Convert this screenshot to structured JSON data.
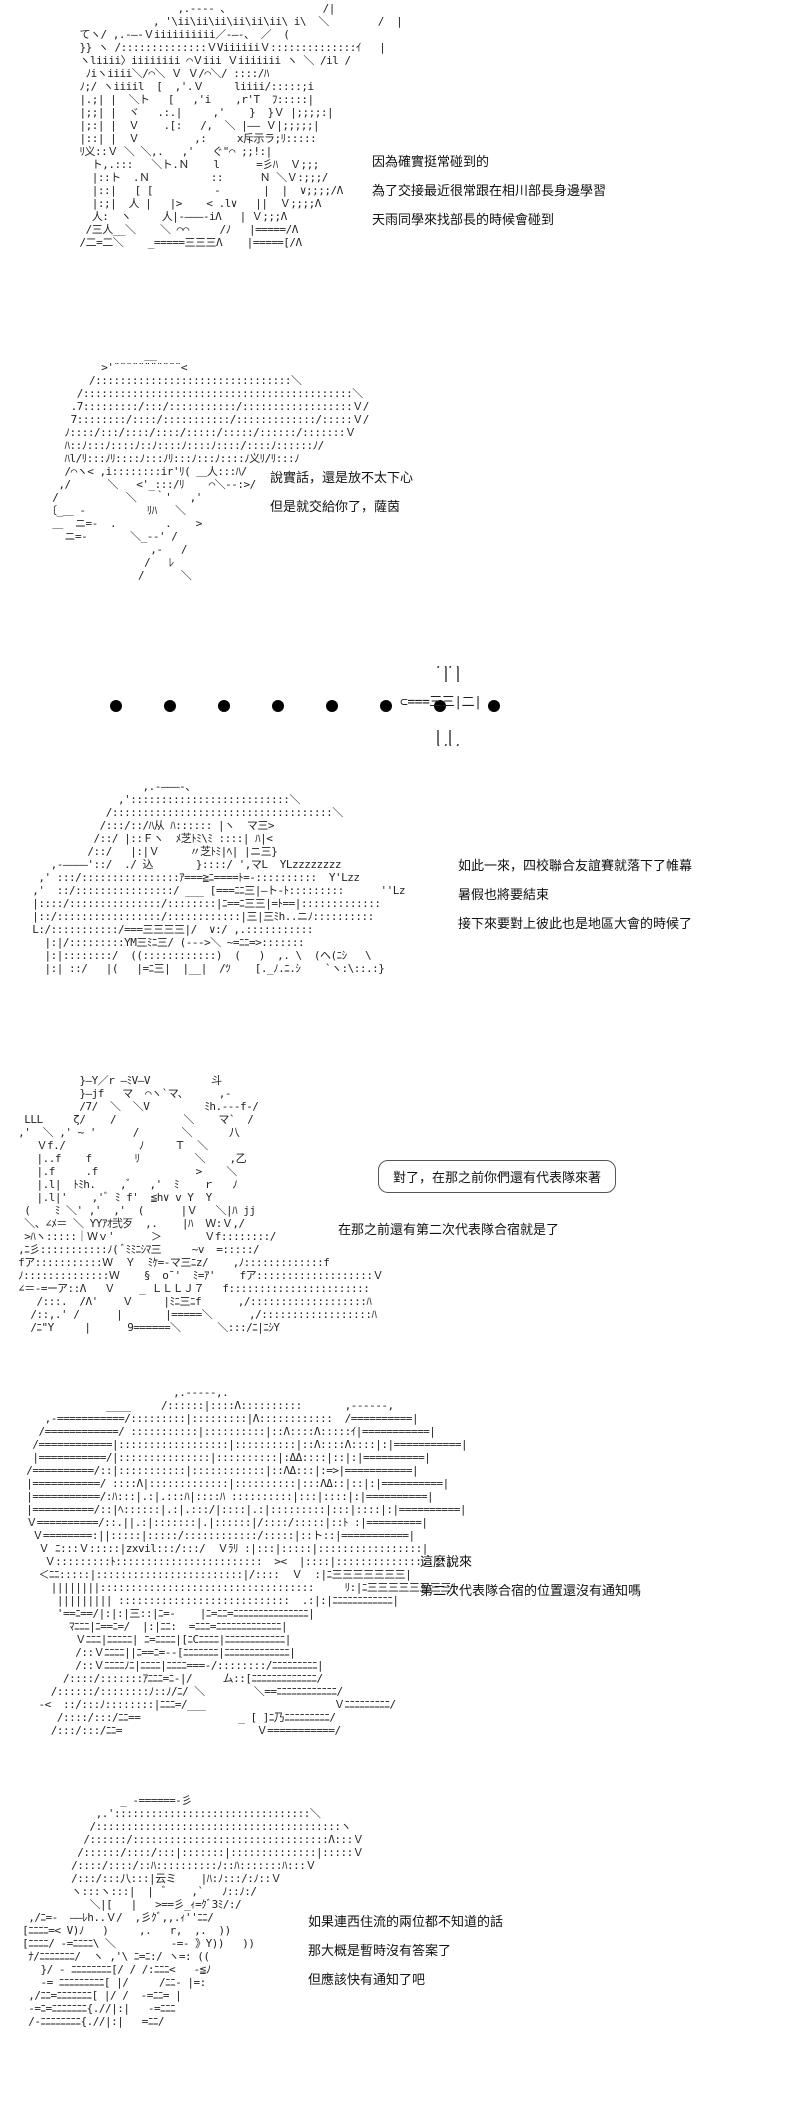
{
  "panels": [
    {
      "lines": [
        "因為確實挺常碰到的",
        "為了交接最近很常跟在相川部長身邊學習",
        "天雨同學來找部長的時候會碰到"
      ],
      "art": "                    ,.---- 、               /|\n                , '\\ii\\ii\\ii\\ii\\ii\\ii\\ i\\  ＼        /  |\n    てヽ/ ,.-―‐Ｖiiiiiiiiii／-―-、 ／  (\n    }} ヽ /::::::::::::::ＶViiiiiiＶ::::::::::::::ｲ   |\n    ヽliiii〉iiiiiiii ⌒Ｖiii Ｖiiiiiii ヽ ＼ /il /\n     ﾉiヽiiii＼/⌒＼ Ｖ Ｖ/⌒＼/ ::::/ﾊ\n    ﾉ;/ ヽiiiil  [  ,'.Ｖ     liiii/:::::;i\n    |.;| |  ＼ト   [   ,'i    ,r'T  ﾌ:::::|\n    |;;| |  ヾ   .:.|     ,'    }  }Ｖ |;;;;:|\n    |;:| |  Ｖ    .[:   /,  ＼ |―― Ｖ|;;;;;|\n    |::| |  Ｖ         ,:     x斥示ラ;ﾘ:::::\n    ﾘ义::Ｖ ＼ ＼,.   ,'   ぐ\"⌒ ;;!:|\n      ト,.:::   ＼ト.Ｎ    l      =彡ﾊ  Ｖ;;;\n      |::ト  .Ｎ          ::      Ｎ ＼Ｖ:;;;/\n      |::|   [ [          -       |  |  ∨;;;;/Λ\n      |:;|  人 |   |>    < .l∨   ||  Ｖ;;;;Λ\n      人:  ヽ     人|‐―――‐iΛ   | Ｖ;;;Λ\n     /三人__＼    ＼ ⌒⌒     /ﾉ   |=====/Λ\n    /二=二＼    _=====三三三Λ    |=====[/Λ"
    },
    {
      "lines": [
        "說實話，還是放不太下心",
        "但是就交給你了，薩茵"
      ],
      "art": "                 __\n          >'¨¨¨¨¨¨¨¨¨¨¨<\n        /::::::::::::::::::::::::::::::::＼\n      /::::::::::::::::::::::::::::::::::::::::::::＼\n     .7:::::::::/:::/:::::::::::/::::::::::::::::::Ｖ/\n     7::::::::/::::/:::::::::::/:::::::::::::/:::::Ｖ/\n    ﾉ::::/:::/::::/::::/:::::/:::::/::::::/:::::::Ｖ\n    ﾊ::ﾉ:::ﾉ::::ﾉ::ﾉ::::ﾉ::::ﾉ::::/::::ﾉ::::::ﾉ/\n    ﾊl/ﾘ:::ﾉﾘ::::ﾉ:::ﾉﾘ:::ﾉ:::ﾉ::::ﾉ义ﾘ/ﾘ:::ﾉ\n    /⌒ヽ< ,i::::::::ir'ﾘ( ＿人:::ﾊ/\n   ,/      ＼   <'_:::/ﾘ    ⌒＼--:>/\n  /           ＼   ｀'   ,'\n 〔_＿ -          ﾘﾊ   ＼\n  ＿  ニ=-  .        .    >\n    ニ=-       ＼_--' /\n                  ,-   /\n                 /   ﾚ\n                /      ＼"
    },
    {
      "sword": "⊂===三三|二|"
    },
    {
      "lines": [
        "如此一來，四校聯合友誼賽就落下了帷幕",
        "暑假也將要結束",
        "接下來要對上彼此也是地區大會的時候了"
      ],
      "art": "                    ,.-―――-、\n                ,'::::::::::::::::::::::::::＼\n              /::::::::::::::::::::::::::::::::::::＼\n             /:::/::/ﾊ从 ﾊ:::::: |ヽ  マ三>\n            /::/ |::Ｆヽ  ﾒ芝ﾄﾐ\\ﾐ ::::| ﾊ|<\n           /::/   |:|Ｖ     〃芝ﾄﾐ|ﾍ| |ニ三}\n     ,-――――'::/  ./ 込       }::::/ ',マL  ΥLzzzzzzzz\n   ,' :::/::::::::::::::::ｱ===≧ﾆ====ﾄ=‐::::::::::  Υ'Lzz\n  ,'  ::/::::::::::::::::/ ___ [===ﾆﾆ三|―ト‐ﾄ:::::::::      ''Lz\n  |::::/:::::::::::::::/::::::::|ﾆ==ﾆ三三|=ﾄ==|:::::::::::::\n  |::/:::::::::::::::::/::::::::::::|三|三ﾐh..ニﾉ::::::::::\n  L:/:::::::::::/===三三三三|/  ∨:/ ,.:::::::::::\n    |:|/:::::::::YM三ﾐﾆ三/ (--->＼ ~=ﾆﾆ=>:::::::\n    |:|::::::::/  ((::::::::::::)  (   )  ,. \\  (ヘ(ﾆｼ   \\\n    |:| ::/   |(   |=ﾆ三|  |__|  /ﾂ    [._ﾉ.ﾆ.ｼ    `ヽ:\\::.:}"
    },
    {
      "bubble": "對了，在那之前你們還有代表隊來著",
      "lines": [
        "在那之前還有第二次代表隊合宿就是了"
      ],
      "art": "           }―Υ／r ―ﾐV―V          斗\n           }―jf   マ  ⌒ヽ`マ、     ,-\n           /7/  ＼  ＼V         ﾐh.---f-/\n  LLL     ζ/    /           ＼    マ`  /\n ,'  ＼ ,' ~ '      /       ＼      八\n    Ｖf./            ﾉ     Ｔ  ＼\n    |..f    f       ﾘ         ＼    ,乙\n    |.f     .f                >    ＼\n    |.l|  ﾄﾐh.    ,ﾞ   ,'  ﾐ    ｒ   ﾉ\n    |.l|'    ,'ﾞ ﾐ f'  ≦h∨ v Υ  Υ\n  (    ﾐ ＼' ,'  ,'  (      |Ｖ   ＼|ﾊ jj\n  ＼、∠ﾒ＝ ＼ YYｱｵ弐歹  ,.    |ﾊ  Ｗ:Ｖ,/\n  >ﾊヽ:::::｜Ｗｖ'      ＞       Ｖf::::::::/\n ,ﾆ彡:::::::::::ﾉ( ﾞﾐﾐﾆｼﾏ三     ~v  =:::::/\n fア:::::::::::Ｗ  Ｙ  ﾐｹ=-マ三ﾆz/    ,ﾉ:::::::::::::f\n ﾉ::::::::::::::Ｗ    §  o¯'  ﾐ=ｱ'    fア:::::::::::::::::::Ｖ\n ∠＝-=ーア::Λ   Ｖ    _ ＬＬＬＪ７   f:::::::::::::::::::::::\n    /:::.  /Λ'    Ｖ     |ﾐﾆ三ﾆf      ,/:::::::::::::::::::ﾊ\n   /::,.' /      |       |=====＼      ,/::::::::::::::::::ﾊ\n   /ﾆ\"Υ     |      9======＼      ＼:::/ﾆ|ﾆｼΥ"
    },
    {
      "lines": [
        "這麼說來",
        "第二次代表隊合宿的位置還沒有通知嗎"
      ],
      "art": "                          ,.-----,.\n               ____     /::::::|::::Λ::::::::::       ,------,\n     ,-===========/:::::::::|:::::::::|Λ::::::::::::  /==========|\n    /============/ :::::::::::|::::::::::|::Λ::::Λ:::::ｲ|===========|\n   /============|::::::::::::::::::|::::::::::|::Λ::::Λ::::|:|===========|\n   |===========/|:::::::::::::::|::::::::::|:ΔΔ::::|::|:|==========|\n  /==========/::|:::::::::::|::::::::::::|::ΛΔ:::|:=>|===========|\n  |===========/ ::::Λ|:::::::::::::|::::::::::|:::ΛΔ::|::|:|==========|\n  |===========/:ﾊ:::|.:|.:::ﾊ|::::ﾊ ::::::::::|:::|::::|:|==========|\n  |==========/::|ﾍ::::::|.:|.:::/|::::|.:|:::::::::|:::|::::|:|==========|\n  Ｖ==========/::.||.:|:::::::|.|::::::|/::::/:::::|::ﾄ :|=========|\n   Ｖ========:||:::::|:::::/::::::::::::/:::::|::ト::|===========|\n    Ｖ ﾆ:::Ｖ:::::|zxvil:::/:::/  Ｖﾗﾘ :|:::|:::::|:::::::::::::::::|\n     Ｖ:::::::::ﾄ::::::::::::::::::::::::  ><  |::::|::::::::::::::::::|\n    ＜ﾆﾆ:::::|::::::::::::::::::::::::|/::::  Ｖ  :|ﾆ三三三三三三三|\n      ||||||||:::::::::::::::::::::::::::::::::::     ﾘ:|ﾆ三三三三三三三三|\n       ||||||||| ::::::::::::::::::::::::::::  .:|:|ﾆﾆﾆﾆﾆﾆﾆﾆﾆﾆﾆﾆ|\n       '==ﾆ==/|:|:|三::|ﾆ=-    |ﾆ=ﾆﾆ=ﾆﾆﾆﾆﾆﾆﾆﾆﾆﾆﾆﾆﾆﾆﾆ|\n         ﾏﾆﾆﾆ|ﾆ==ﾆ=/  |:|ﾆﾆ:  =ﾆﾆﾆ=ﾆﾆﾆﾆﾆﾆﾆﾆﾆﾆﾆﾆﾆ|\n          Ｖﾆﾆﾆ|ﾆﾆﾆﾆﾆ| ﾆ=ﾆﾆﾆﾆ|[ﾆCﾆﾆﾆﾆ|ﾆﾆﾆﾆﾆﾆﾆﾆﾆﾆﾆﾆ|\n          /::Ｖﾆﾆﾆﾆ||ﾆ==ﾆ=--[ﾆﾆﾆﾆﾆﾆﾆ|ﾆﾆﾆﾆﾆﾆﾆﾆﾆﾆﾆﾆﾆ|\n          /::Ｖﾆﾆﾆﾆﾉﾆ|ﾆﾆﾆﾆ|ﾆﾆﾆﾆ===-/::::::::/ﾆﾆﾆﾆﾆﾆﾆﾆﾆ|\n        /::::/:::::::ｱﾆﾆﾆ=ﾆ-|/     ム::[ﾆﾆﾆﾆﾆﾆﾆﾆﾆﾆﾆﾆﾆ/\n      /::::::/::::::::ﾉ::ﾉ/ﾆ/ ＼        ＼==ﾆﾆﾆﾆﾆﾆﾆﾆﾆﾆﾆﾆ/\n    -<  ::/:::ﾉ::::::::|ﾆﾆﾆ=/___                     Ｖﾆﾆﾆﾆﾆﾆﾆﾆﾆ/\n       /::::/:::/ﾆﾆ==                _ [ ]ﾆ乃ﾆﾆﾆﾆﾆﾆﾆﾆﾆ/\n      /:::/:::/ﾆﾆ=                      Ｖ===========/"
    },
    {
      "lines": [
        "如果連西住流的兩位都不知道的話",
        "那大概是暫時沒有答案了",
        "但應該快有通知了吧"
      ],
      "art": "                 _ -======-彡\n             ,.'::::::::::::::::::::::::::::::::＼\n            /::::::::::::::::::::::::::::::::::::::::ヽ\n           /::::::/::::::::::::::::::::::::::::::::Λ:::Ｖ\n          /::::::/::::/:::|:::::::|::::::::::::::|:::::Ｖ\n         /::::/::::/::ﾊ::::::::::ﾉ::ﾊ:::::::ﾊ:::Ｖ\n         /:::/:::八:::|云ミ    |ﾊ:ﾉ:::/:ﾉ::Ｖ\n         ヽ:::ヽ:::|  |  ﾞ    ,`   ﾉ::ﾉ:/\n            ＼|[   |   >==彡_ｨ=ｸﾞ3ﾐ/:/\n  ,/ﾆ=-  ――ﾚh..Ｖ/  ,彡ｸﾞ,,.ｨ''ﾆﾆ/\n [ﾆﾆﾆﾆ=< V)ﾉ   )     ,.   r,  ,.  ))\n [ﾆﾆﾆﾆ/ -=ﾆﾆﾆﾆ\\ ＼         -=- 》Υ))   ))\n  ﾅ/ﾆﾆﾆﾆﾆﾆﾆ/  ヽ ,'\\ ﾆ=ﾆ:/ ヽ=: ((\n    }/ - ﾆﾆﾆﾆﾆﾆﾆﾆ[/ / /:ﾆﾆﾆ<   -≦ﾉ\n    -= ﾆﾆﾆﾆﾆﾆﾆﾆﾆ[ |/     /ﾆﾆ- |=:\n  ,/ﾆﾆ=ﾆﾆﾆﾆﾆﾆﾆ[ |/ /  -=ﾆﾆ= |\n  -=ﾆ=ﾆﾆﾆﾆﾆﾆﾆ{.//|:|   -=ﾆﾆﾆ\n  /-ﾆﾆﾆﾆﾆﾆﾆﾆ{.//|:|   =ﾆﾆ/"
    }
  ]
}
